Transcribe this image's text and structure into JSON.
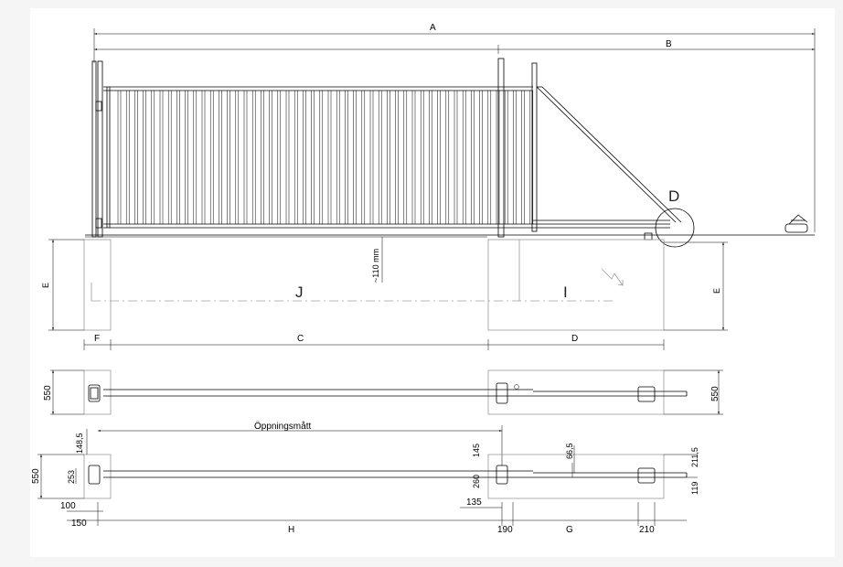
{
  "labels": {
    "A": "A",
    "B": "B",
    "C": "C",
    "D_dim": "D",
    "D_detail": "D",
    "E_left": "E",
    "E_right": "E",
    "F": "F",
    "G": "G",
    "H": "H",
    "I": "I",
    "J": "J",
    "clearance": "~110 mm",
    "opening": "Öppningsmått"
  },
  "dims": {
    "d550_top_left": "550",
    "d550_top_right": "550",
    "d550_bottom_left": "550",
    "d148": "148,5",
    "d253": "253",
    "d100": "100",
    "d150": "150",
    "d145": "145",
    "d260": "260",
    "d135": "135",
    "d190": "190",
    "d66": "66,5",
    "d211": "211,5",
    "d119": "119",
    "d210": "210"
  }
}
